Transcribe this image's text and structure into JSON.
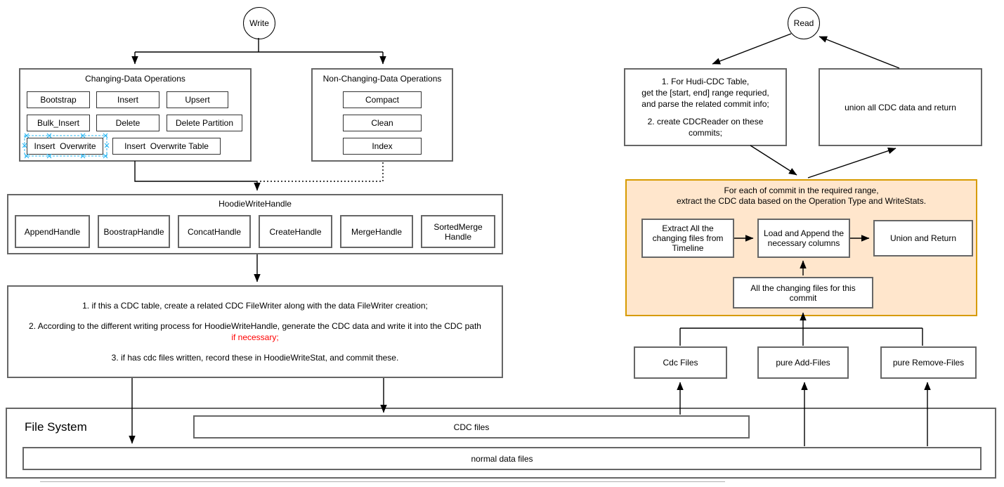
{
  "write": {
    "entry_label": "Write",
    "changing": {
      "title": "Changing-Data Operations",
      "ops": [
        "Bootstrap",
        "Insert",
        "Upsert",
        "Bulk_Insert",
        "Delete",
        "Delete Partition",
        "Insert  Overwrite",
        "Insert  Overwrite Table"
      ]
    },
    "non_changing": {
      "title": "Non-Changing-Data Operations",
      "ops": [
        "Compact",
        "Clean",
        "Index"
      ]
    },
    "handle": {
      "title": "HoodieWriteHandle",
      "handles": [
        "AppendHandle",
        "BoostrapHandle",
        "ConcatHandle",
        "CreateHandle",
        "MergeHandle",
        "SortedMerge Handle"
      ]
    },
    "steps": {
      "s1": "1. if this a CDC table, create a related CDC FileWriter along with the data FileWriter creation;",
      "s2_pre": "2. According to the different writing process for HoodieWriteHandle, generate the CDC data and write it into the CDC path ",
      "s2_red": "if necessary;",
      "s3": "3. if has cdc files written, record these in HoodieWriteStat, and commit these."
    }
  },
  "read": {
    "entry_label": "Read",
    "step1_lines": [
      "1. For Hudi-CDC Table,",
      "get the [start, end] range requried,",
      "and parse the related commit info;",
      "2. create CDCReader on these",
      "commits;"
    ],
    "union_box": "union all CDC data and return",
    "per_commit": {
      "title_line1": "For each of commit in the required range,",
      "title_line2": "extract the CDC data based on the Operation Type and WriteStats.",
      "extract": "Extract All the changing files from Timeline",
      "load": "Load and Append the necessary columns",
      "union_return": "Union and Return",
      "all_changing": "All the changing files for this commit"
    },
    "file_groups": [
      "Cdc Files",
      "pure Add-Files",
      "pure Remove-Files"
    ]
  },
  "file_system": {
    "title": "File System",
    "cdc_bar": "CDC files",
    "normal_bar": "normal data files"
  },
  "colors": {
    "orange_fill": "#ffe6cc",
    "orange_border": "#d79b00",
    "container_border": "#666666",
    "button_border": "#333333",
    "line": "#000000",
    "red_text": "#ff0000",
    "selection": "#29b6f2"
  }
}
